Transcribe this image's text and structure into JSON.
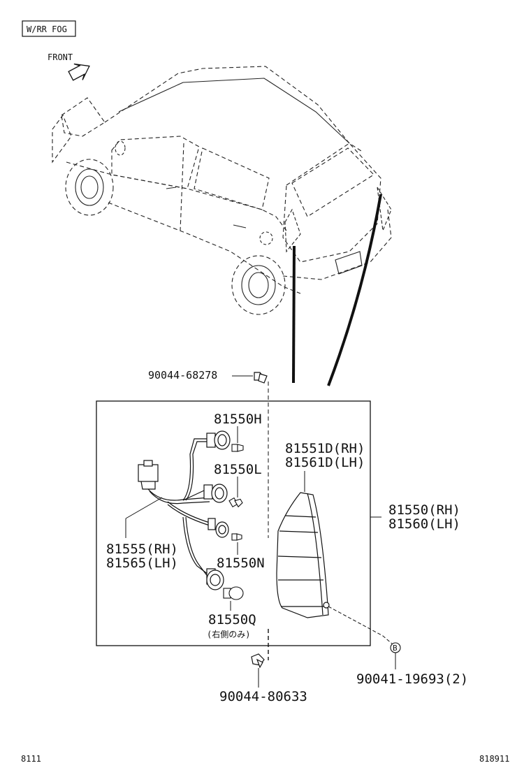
{
  "header": {
    "option_tag": "W/RR FOG",
    "direction_label": "FRONT"
  },
  "parts": {
    "screw_top": "90044-68278",
    "bulb_h": "81550H",
    "bulb_l": "81550L",
    "bulb_n": "81550N",
    "bulb_q": "81550Q",
    "bulb_q_note": "(右側のみ)",
    "lens_rh": "81551D(RH)",
    "lens_lh": "81561D(LH)",
    "assy_rh": "81550(RH)",
    "assy_lh": "81560(LH)",
    "socket_rh": "81555(RH)",
    "socket_lh": "81565(LH)",
    "screw_side": "90041-19693(2)",
    "screw_bottom": "90044-80633",
    "circle_marker": "B"
  },
  "footer": {
    "page_code": "8111",
    "figure_id": "818911"
  }
}
